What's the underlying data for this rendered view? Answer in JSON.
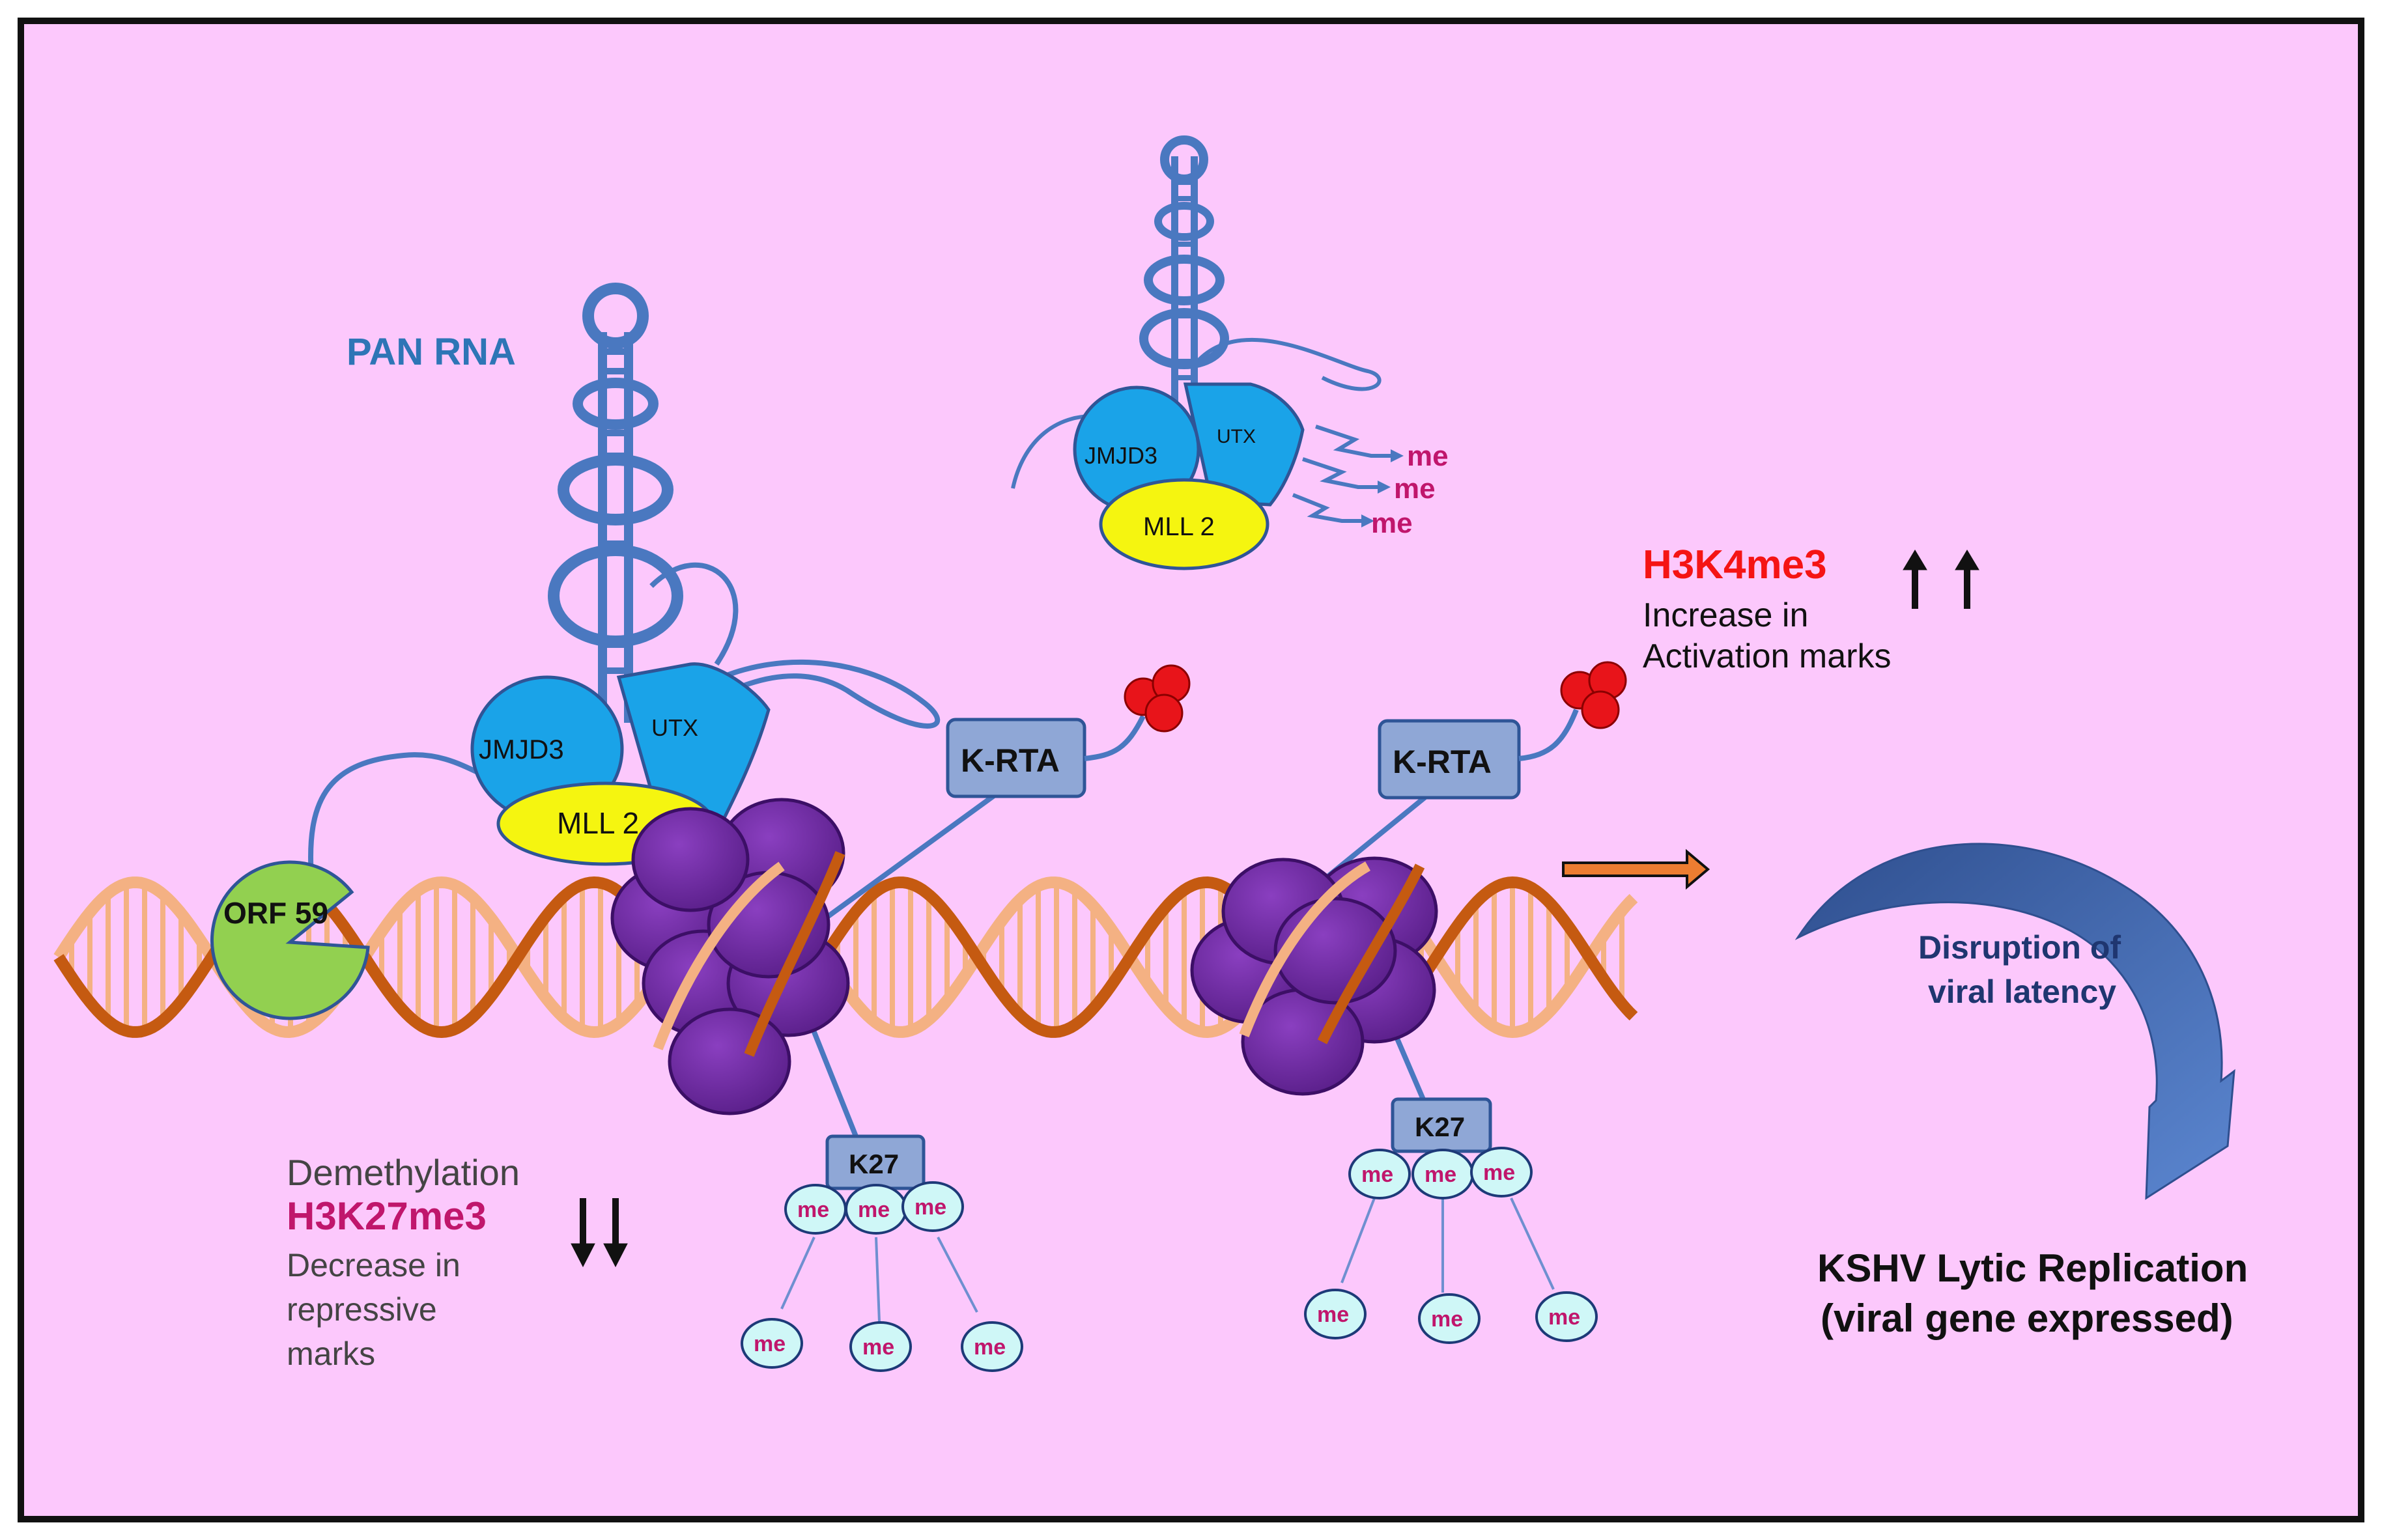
{
  "colors": {
    "background": "#fcc8fc",
    "border": "#111111",
    "rna_blue": "#4a78c0",
    "label_blue": "#2e75b6",
    "protein_cyan": "#1aa3e8",
    "mll_yellow": "#f5f510",
    "orf59_green": "#92d050",
    "krta_box": "#8fa7d6",
    "nucleosome_purple": "#7030a0",
    "dna_dark": "#c55a11",
    "dna_light": "#f4b183",
    "red_mark": "#e8141a",
    "me_text": "#c0166c",
    "me_fill": "#cff7f7",
    "arrow_orange": "#ed7d31",
    "curved_arrow": "#3a62a8",
    "h3k27_text": "#c0166c",
    "h3k4_text": "#f51414"
  },
  "labels": {
    "pan_rna": "PAN RNA",
    "jmjd3": "JMJD3",
    "utx": "UTX",
    "mll2": "MLL 2",
    "orf59": "ORF 59",
    "krta": "K-RTA",
    "k27": "K27",
    "me": "me",
    "demethylation": "Demethylation",
    "h3k27me3": "H3K27me3",
    "decrease_line1": "Decrease in",
    "decrease_line2": "repressive",
    "decrease_line3": "marks",
    "down_arrows": "↓↓",
    "h3k4me3": "H3K4me3",
    "up_arrows": "↑↑",
    "increase_line1": "Increase in",
    "increase_line2": "Activation marks",
    "disruption_line1": "Disruption of",
    "disruption_line2": "viral latency",
    "kshv_line1": "KSHV Lytic Replication",
    "kshv_line2": "(viral gene expressed)"
  }
}
